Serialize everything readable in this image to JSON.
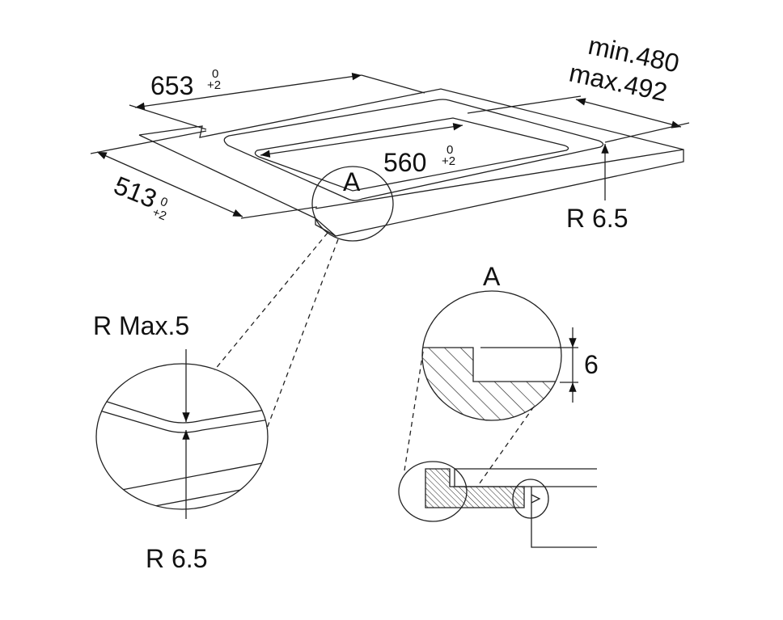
{
  "top_view": {
    "width_dim": {
      "value": "653",
      "tol_upper": "0",
      "tol_lower": "+2"
    },
    "depth_dim": {
      "value": "513",
      "tol_upper": "0",
      "tol_lower": "+2"
    },
    "inner_dim": {
      "value": "560",
      "tol_upper": "0",
      "tol_lower": "+2"
    },
    "worktop_min": "min.480",
    "worktop_max": "max.492",
    "corner_radius": "R 6.5",
    "detail_marker": "A"
  },
  "detail_left": {
    "radius_max": "R Max.5",
    "radius": "R 6.5"
  },
  "detail_right": {
    "title": "A",
    "depth_value": "6"
  }
}
